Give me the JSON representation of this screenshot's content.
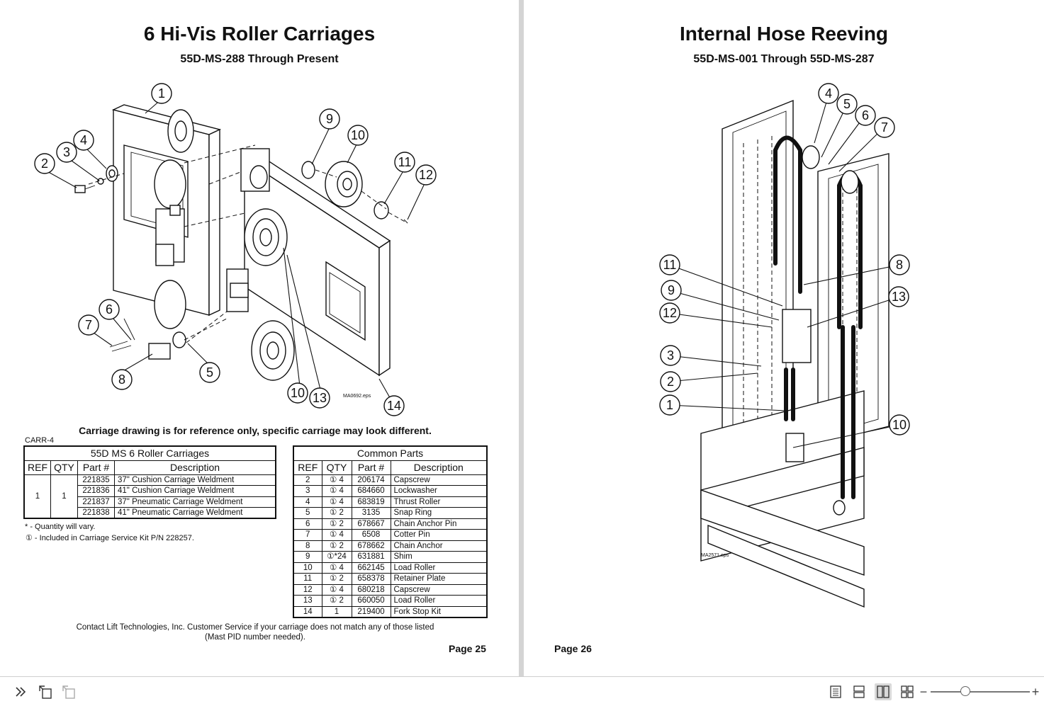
{
  "left_page": {
    "title": "6 Hi-Vis Roller Carriages",
    "subtitle": "55D-MS-288 Through Present",
    "drawing_file": "MA0692.eps",
    "callouts": [
      "1",
      "2",
      "3",
      "4",
      "5",
      "6",
      "7",
      "8",
      "9",
      "10",
      "10",
      "11",
      "12",
      "13",
      "14"
    ],
    "drawing_note": "Carriage drawing is for reference only, specific carriage may look different.",
    "code": "CARR-4",
    "carriages_table": {
      "caption": "55D MS 6 Roller Carriages",
      "headers": [
        "REF",
        "QTY",
        "Part #",
        "Description"
      ],
      "ref": "1",
      "qty": "1",
      "rows": [
        {
          "part": "221835",
          "desc": "37\"  Cushion Carriage Weldment"
        },
        {
          "part": "221836",
          "desc": "41\" Cushion Carriage Weldment"
        },
        {
          "part": "221837",
          "desc": "37\" Pneumatic Carriage Weldment"
        },
        {
          "part": "221838",
          "desc": "41\" Pneumatic Carriage Weldment"
        }
      ]
    },
    "footnote_qty": "* - Quantity will vary.",
    "footnote_kit": "① - Included in Carriage Service Kit P/N 228257.",
    "common_table": {
      "caption": "Common Parts",
      "headers": [
        "REF",
        "QTY",
        "Part #",
        "Description"
      ],
      "rows": [
        {
          "ref": "2",
          "qty": "① 4",
          "part": "206174",
          "desc": "Capscrew"
        },
        {
          "ref": "3",
          "qty": "① 4",
          "part": "684660",
          "desc": "Lockwasher"
        },
        {
          "ref": "4",
          "qty": "① 4",
          "part": "683819",
          "desc": "Thrust Roller"
        },
        {
          "ref": "5",
          "qty": "① 2",
          "part": "3135",
          "desc": "Snap Ring"
        },
        {
          "ref": "6",
          "qty": "① 2",
          "part": "678667",
          "desc": "Chain Anchor Pin"
        },
        {
          "ref": "7",
          "qty": "① 4",
          "part": "6508",
          "desc": "Cotter Pin"
        },
        {
          "ref": "8",
          "qty": "① 2",
          "part": "678662",
          "desc": "Chain Anchor"
        },
        {
          "ref": "9",
          "qty": "①*24",
          "part": "631881",
          "desc": "Shim"
        },
        {
          "ref": "10",
          "qty": "① 4",
          "part": "662145",
          "desc": "Load Roller"
        },
        {
          "ref": "11",
          "qty": "① 2",
          "part": "658378",
          "desc": "Retainer Plate"
        },
        {
          "ref": "12",
          "qty": "① 4",
          "part": "680218",
          "desc": "Capscrew"
        },
        {
          "ref": "13",
          "qty": "① 2",
          "part": "660050",
          "desc": "Load Roller"
        },
        {
          "ref": "14",
          "qty": "1",
          "part": "219400",
          "desc": "Fork Stop Kit"
        }
      ]
    },
    "contact_line1": "Contact Lift Technologies, Inc.  Customer Service if your  carriage does not match any of those listed",
    "contact_line2": "(Mast PID number needed).",
    "page_number": "Page 25"
  },
  "right_page": {
    "title": "Internal Hose Reeving",
    "subtitle": "55D-MS-001 Through 55D-MS-287",
    "drawing_file": "MA2571.eps",
    "callouts": [
      "1",
      "2",
      "3",
      "4",
      "5",
      "6",
      "7",
      "8",
      "9",
      "10",
      "11",
      "12",
      "13"
    ],
    "page_number": "Page 26"
  },
  "toolbar": {
    "icons": [
      "chevrons-right-icon",
      "rotate-page-icon",
      "rotate-page-disabled-icon",
      "single-page-icon",
      "continuous-page-icon",
      "two-page-icon",
      "two-page-continuous-icon",
      "zoom-out-icon",
      "zoom-in-icon"
    ],
    "zoom_out_label": "−",
    "zoom_in_label": "+",
    "zoom_level": 0.35
  }
}
